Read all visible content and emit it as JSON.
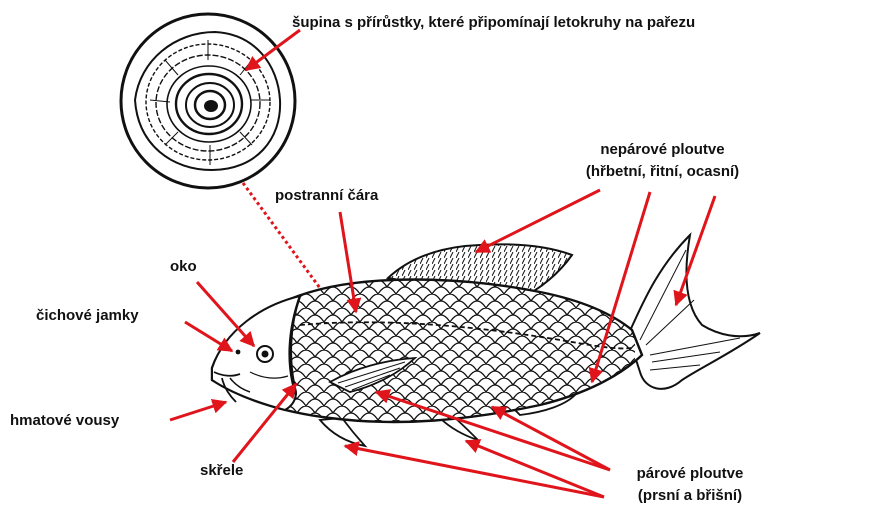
{
  "labels": {
    "scale": "šupina s přírůstky, které připomínají letokruhy na pařezu",
    "unpaired_line1": "nepárové ploutve",
    "unpaired_line2": "(hřbetní, řitní, ocasní)",
    "lateral_line": "postranní čára",
    "eye": "oko",
    "nostrils": "čichové jamky",
    "barbels": "hmatové vousy",
    "operculum": "skřele",
    "paired_line1": "párové ploutve",
    "paired_line2": "(prsní a břišní)"
  },
  "colors": {
    "arrow": "#e0141b",
    "ink": "#111111"
  }
}
